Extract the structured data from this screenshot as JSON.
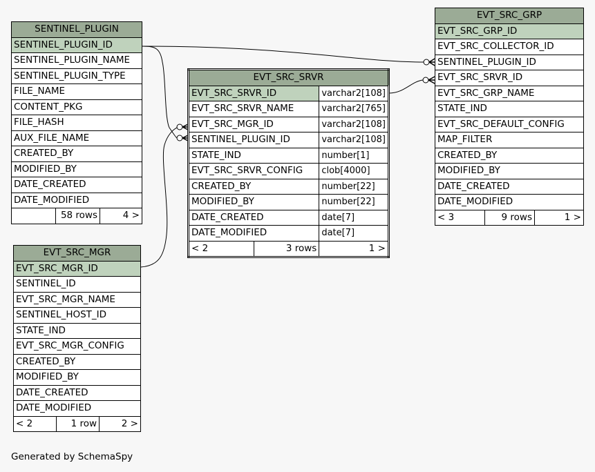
{
  "tables": {
    "sentinel_plugin": {
      "name": "SENTINEL_PLUGIN",
      "columns": [
        "SENTINEL_PLUGIN_ID",
        "SENTINEL_PLUGIN_NAME",
        "SENTINEL_PLUGIN_TYPE",
        "FILE_NAME",
        "CONTENT_PKG",
        "FILE_HASH",
        "AUX_FILE_NAME",
        "CREATED_BY",
        "MODIFIED_BY",
        "DATE_CREATED",
        "DATE_MODIFIED"
      ],
      "footer": {
        "left": "",
        "rows": "58 rows",
        "right": "4 >"
      }
    },
    "evt_src_mgr": {
      "name": "EVT_SRC_MGR",
      "columns": [
        "EVT_SRC_MGR_ID",
        "SENTINEL_ID",
        "EVT_SRC_MGR_NAME",
        "SENTINEL_HOST_ID",
        "STATE_IND",
        "EVT_SRC_MGR_CONFIG",
        "CREATED_BY",
        "MODIFIED_BY",
        "DATE_CREATED",
        "DATE_MODIFIED"
      ],
      "footer": {
        "left": "< 2",
        "rows": "1 row",
        "right": "2 >"
      }
    },
    "evt_src_srvr": {
      "name": "EVT_SRC_SRVR",
      "columns": [
        {
          "name": "EVT_SRC_SRVR_ID",
          "type": "varchar2[108]"
        },
        {
          "name": "EVT_SRC_SRVR_NAME",
          "type": "varchar2[765]"
        },
        {
          "name": "EVT_SRC_MGR_ID",
          "type": "varchar2[108]"
        },
        {
          "name": "SENTINEL_PLUGIN_ID",
          "type": "varchar2[108]"
        },
        {
          "name": "STATE_IND",
          "type": "number[1]"
        },
        {
          "name": "EVT_SRC_SRVR_CONFIG",
          "type": "clob[4000]"
        },
        {
          "name": "CREATED_BY",
          "type": "number[22]"
        },
        {
          "name": "MODIFIED_BY",
          "type": "number[22]"
        },
        {
          "name": "DATE_CREATED",
          "type": "date[7]"
        },
        {
          "name": "DATE_MODIFIED",
          "type": "date[7]"
        }
      ],
      "footer": {
        "left": "< 2",
        "rows": "3 rows",
        "right": "1 >"
      }
    },
    "evt_src_grp": {
      "name": "EVT_SRC_GRP",
      "columns": [
        "EVT_SRC_GRP_ID",
        "EVT_SRC_COLLECTOR_ID",
        "SENTINEL_PLUGIN_ID",
        "EVT_SRC_SRVR_ID",
        "EVT_SRC_GRP_NAME",
        "STATE_IND",
        "EVT_SRC_DEFAULT_CONFIG",
        "MAP_FILTER",
        "CREATED_BY",
        "MODIFIED_BY",
        "DATE_CREATED",
        "DATE_MODIFIED"
      ],
      "footer": {
        "left": "< 3",
        "rows": "9 rows",
        "right": "1 >"
      }
    }
  },
  "relationships": [
    {
      "from": "SENTINEL_PLUGIN.SENTINEL_PLUGIN_ID",
      "to": "EVT_SRC_GRP.SENTINEL_PLUGIN_ID"
    },
    {
      "from": "SENTINEL_PLUGIN.SENTINEL_PLUGIN_ID",
      "to": "EVT_SRC_SRVR.SENTINEL_PLUGIN_ID"
    },
    {
      "from": "EVT_SRC_MGR.EVT_SRC_MGR_ID",
      "to": "EVT_SRC_SRVR.EVT_SRC_MGR_ID"
    },
    {
      "from": "EVT_SRC_SRVR.EVT_SRC_SRVR_ID",
      "to": "EVT_SRC_GRP.EVT_SRC_SRVR_ID"
    }
  ],
  "colors": {
    "header": "#9bab96",
    "primary_key": "#bfd2bc",
    "background": "#f7f7f7"
  },
  "footer_note": "Generated by SchemaSpy"
}
